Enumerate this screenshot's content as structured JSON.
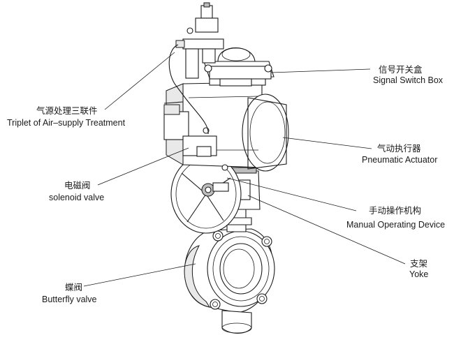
{
  "labels": {
    "signal_switch_box": {
      "zh": "信号开关盒",
      "en": "Signal Switch Box"
    },
    "air_supply_triplet": {
      "zh": "气源处理三联件",
      "en": "Triplet of Air–supply Treatment"
    },
    "pneumatic_actuator": {
      "zh": "气动执行器",
      "en": "Pneumatic Actuator"
    },
    "solenoid_valve": {
      "zh": "电磁阀",
      "en": "solenoid valve"
    },
    "manual_operating_device": {
      "zh": "手动操作机构",
      "en": "Manual Operating Device"
    },
    "yoke": {
      "zh": "支架",
      "en": "Yoke"
    },
    "butterfly_valve": {
      "zh": "蝶阀",
      "en": "Butterfly valve"
    }
  }
}
